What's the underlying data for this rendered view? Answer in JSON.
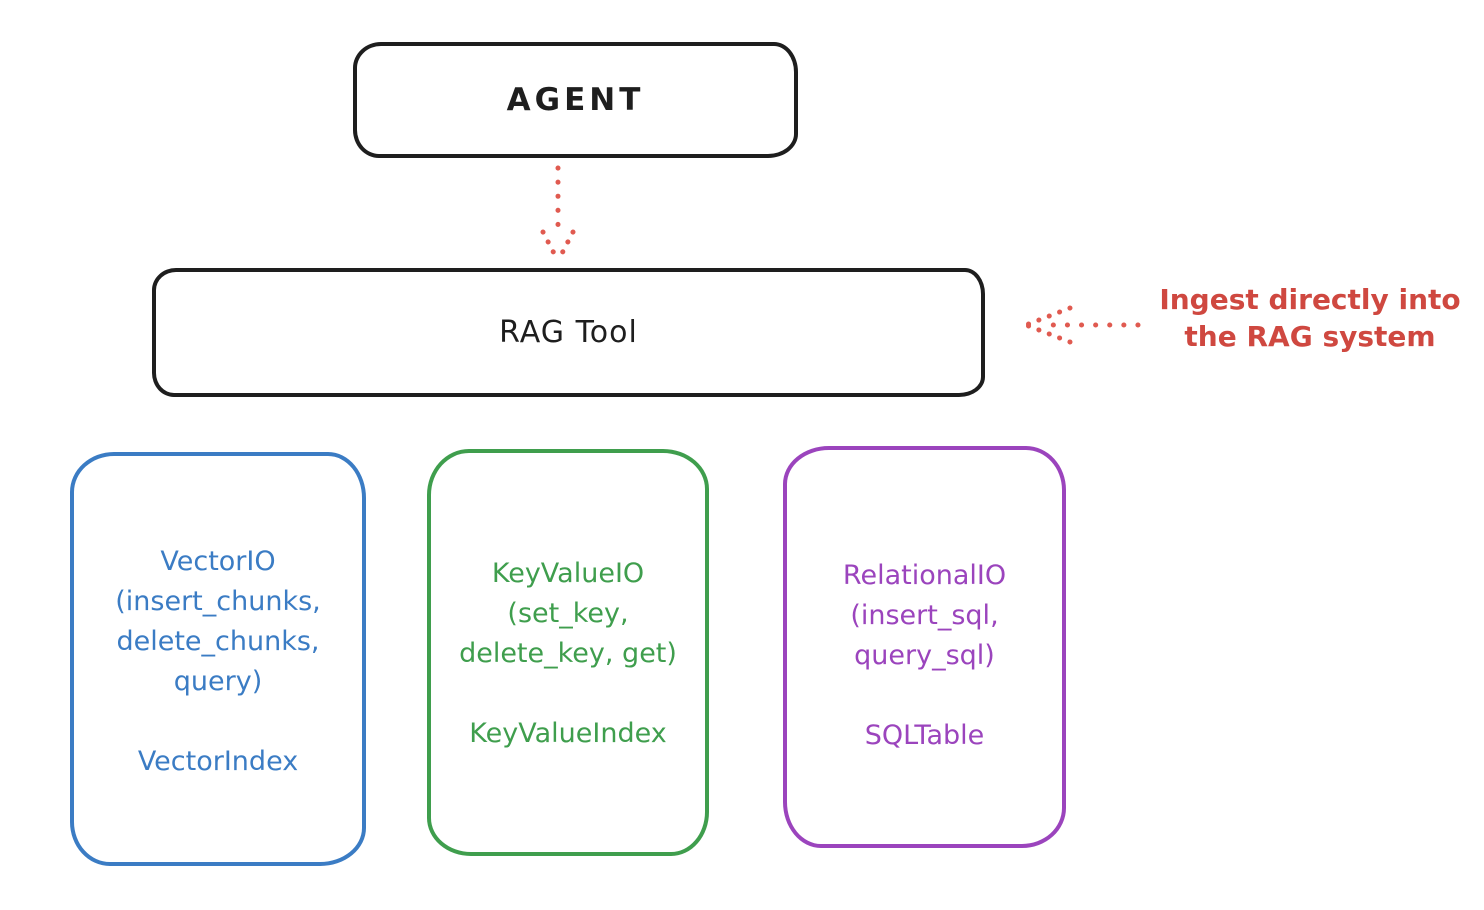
{
  "agent": {
    "label": "AGENT"
  },
  "rag_tool": {
    "label": "RAG Tool"
  },
  "annotation": {
    "line1": "Ingest directly into",
    "line2": "the RAG system"
  },
  "stores": [
    {
      "id": "vector-io",
      "lines": [
        "VectorIO",
        "(insert_chunks,",
        "delete_chunks,",
        "query)"
      ],
      "index": "VectorIndex",
      "color": "#3b7cc4"
    },
    {
      "id": "keyvalue-io",
      "lines": [
        "KeyValueIO",
        "(set_key,",
        "delete_key, get)"
      ],
      "index": "KeyValueIndex",
      "color": "#3f9e4d"
    },
    {
      "id": "relational-io",
      "lines": [
        "RelationalIO",
        "(insert_sql,",
        "query_sql)"
      ],
      "index": "SQLTable",
      "color": "#9b44bd"
    }
  ],
  "colors": {
    "node_stroke": "#1e1e1e",
    "red_text": "#cf4840",
    "red_arrow": "#e05a50",
    "blue": "#3b7cc4",
    "green": "#3f9e4d",
    "purple": "#9b44bd",
    "background": "#ffffff"
  }
}
